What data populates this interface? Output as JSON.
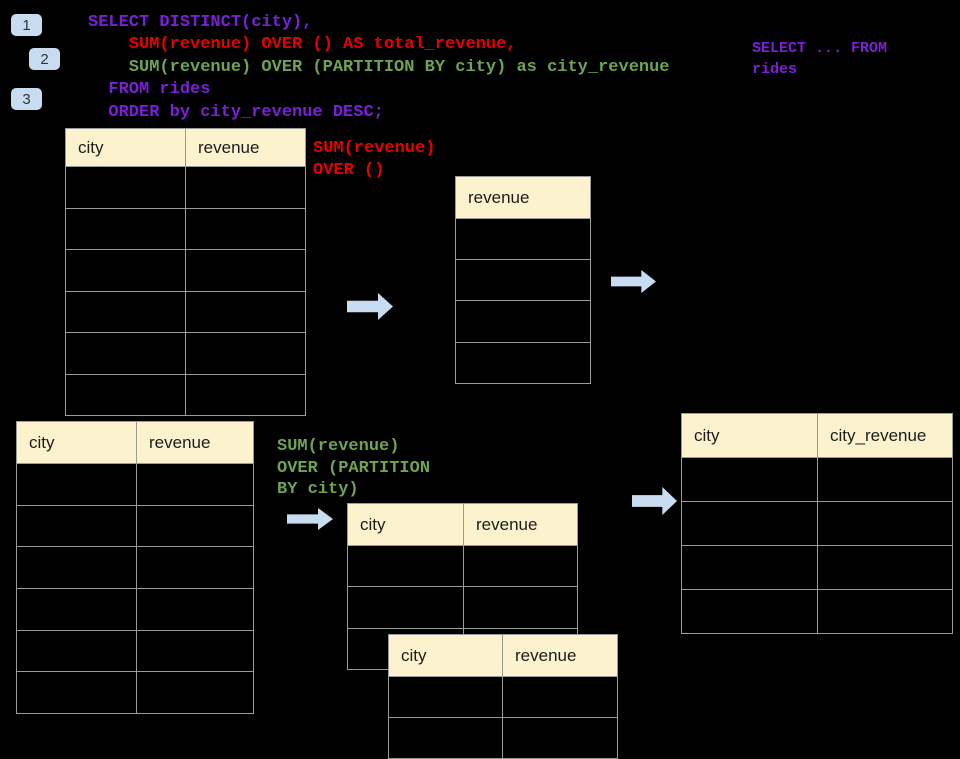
{
  "colors": {
    "background": "#000000",
    "sql_purple": "#7A20D6",
    "sql_red": "#E80000",
    "sql_green": "#6FA351",
    "table_header_bg": "#FDF2CE",
    "table_border": "#9A9A9A",
    "arrow_blue": "#C9DDF2",
    "badge_bg": "#C7DCF0",
    "header_text": "#1C1C1C"
  },
  "step_badges": [
    {
      "label": "1"
    },
    {
      "label": "2"
    },
    {
      "label": "3"
    }
  ],
  "sql_code": {
    "lines": [
      {
        "text": "SELECT DISTINCT(city),",
        "color": "purple"
      },
      {
        "text": "    SUM(revenue) OVER () AS total_revenue,",
        "color": "red"
      },
      {
        "text": "    SUM(revenue) OVER (PARTITION BY city) as city_revenue",
        "color": "green"
      },
      {
        "text": "  FROM rides",
        "color": "purple"
      },
      {
        "text": "  ORDER by city_revenue DESC;",
        "color": "purple"
      }
    ]
  },
  "side_note": {
    "lines": [
      "SELECT ... FROM",
      "rides"
    ]
  },
  "annotations": {
    "total_revenue": {
      "lines": [
        "SUM(revenue)",
        "OVER ()"
      ]
    },
    "partition": {
      "lines": [
        "SUM(revenue)",
        "OVER (PARTITION",
        "BY city)"
      ]
    }
  },
  "tables": {
    "source_top": {
      "headers": [
        "city",
        "revenue"
      ],
      "empty_rows": 6
    },
    "revenue_only": {
      "headers": [
        "revenue"
      ],
      "empty_rows": 4
    },
    "source_bottom": {
      "headers": [
        "city",
        "revenue"
      ],
      "empty_rows": 6
    },
    "partition_mid": {
      "headers": [
        "city",
        "revenue"
      ],
      "empty_rows": 3
    },
    "result_right": {
      "headers": [
        "city",
        "city_revenue"
      ],
      "empty_rows": 4
    },
    "partition_front": {
      "headers": [
        "city",
        "revenue"
      ],
      "empty_rows": 2
    }
  },
  "icons": {
    "arrow": "right-block-arrow"
  }
}
